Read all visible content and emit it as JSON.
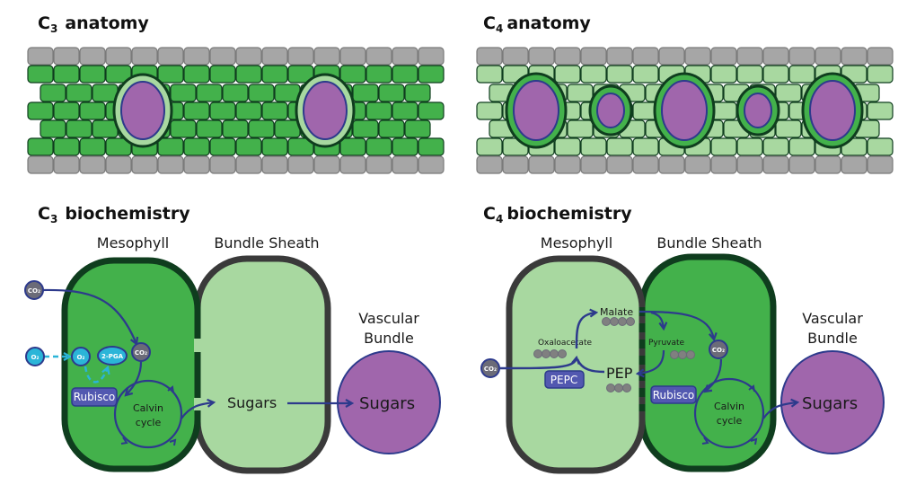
{
  "panels": {
    "c3_anatomy": {
      "title_prefix": "C",
      "title_sub": "3",
      "title_rest": "anatomy"
    },
    "c4_anatomy": {
      "title_prefix": "C",
      "title_sub": "4",
      "title_rest": "anatomy"
    },
    "c3_biochem": {
      "title_prefix": "C",
      "title_sub": "3",
      "title_rest": "biochemistry",
      "mesophyll": "Mesophyll",
      "bundle_sheath": "Bundle Sheath",
      "vascular_line1": "Vascular",
      "vascular_line2": "Bundle",
      "co2": "CO₂",
      "o2": "O₂",
      "pga": "2-PGA",
      "rubisco": "Rubisco",
      "calvin_line1": "Calvin",
      "calvin_line2": "cycle",
      "sugars_sheath": "Sugars",
      "sugars_vascular": "Sugars"
    },
    "c4_biochem": {
      "title_prefix": "C",
      "title_sub": "4",
      "title_rest": "biochemistry",
      "mesophyll": "Mesophyll",
      "bundle_sheath": "Bundle Sheath",
      "vascular_line1": "Vascular",
      "vascular_line2": "Bundle",
      "co2": "CO₂",
      "malate": "Malate",
      "oxaloacetate": "Oxaloacetate",
      "pyruvate": "Pyruvate",
      "pep": "PEP",
      "pepc": "PEPC",
      "rubisco": "Rubisco",
      "calvin_line1": "Calvin",
      "calvin_line2": "cycle",
      "sugars_vascular": "Sugars"
    }
  },
  "colors": {
    "mesophyll_dark_green": "#43b14b",
    "light_green": "#a8d8a0",
    "epidermis_gray": "#a6a6a6",
    "vascular_purple": "#a066ac",
    "outline_dark": "#0f3d1e",
    "arrow_blue": "#2d3a8c",
    "enzyme_blue": "#5258b0",
    "o2_cyan": "#2bb5d8",
    "co2_gray": "#6b6b78"
  }
}
